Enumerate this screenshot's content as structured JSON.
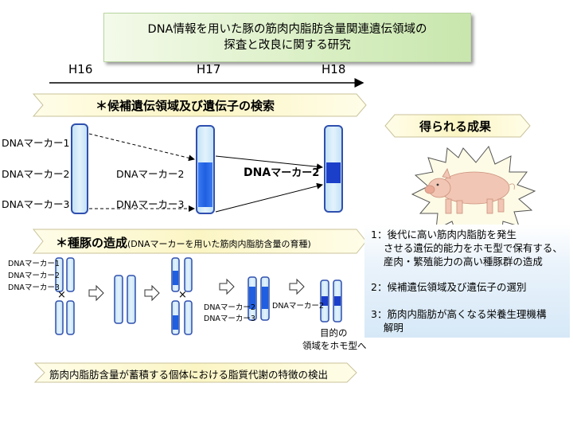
{
  "title": {
    "line1": "DNA情報を用いた豚の筋肉内脂肪含量関連遺伝領域の",
    "line2": "探査と改良に関する研究"
  },
  "timeline": {
    "years": [
      "H16",
      "H17",
      "H18"
    ]
  },
  "section1": {
    "title": "＊候補遺伝領域及び遺伝子の検索",
    "left_labels": [
      "DNAマーカー1",
      "DNAマーカー2",
      "DNAマーカー3"
    ],
    "mid_labels": [
      "DNAマーカー2",
      "DNAマーカー3"
    ],
    "right_label_bold": "DNA",
    "right_label_rest": "マーカー2"
  },
  "section2": {
    "title_main": "＊種豚の造成",
    "title_sub": "(DNAマーカーを用いた筋肉内脂肪含量の育種)",
    "left_labels": [
      "DNAマーカー1",
      "DNAマーカー2",
      "DNAマーカー3"
    ],
    "cross_symbol": "×",
    "mid_labels": [
      "DNAマーカー2",
      "DNAマーカー3"
    ],
    "right_label": "DNAマーカー2",
    "goal_line1": "目的の",
    "goal_line2": "領域をホモ型へ"
  },
  "results": {
    "title": "得られる成果",
    "items": [
      {
        "line1": "1：後代に高い筋肉内脂肪を発生",
        "line2": "    させる遺伝的能力をホモ型で保有する、",
        "line3": "    産肉・繁殖能力の高い種豚群の造成"
      },
      {
        "line1": "2：候補遺伝領域及び遺伝子の選別"
      },
      {
        "line1": "3：筋肉内脂肪が高くなる栄養生理機構",
        "line2": "    解明"
      }
    ]
  },
  "bottom": {
    "text": "筋肉内脂肪含量が蓄積する個体における脂質代謝の特徴の検出"
  },
  "colors": {
    "chromosome_fill": "#cfe7f7",
    "chromosome_border": "#2f4fae",
    "band": "#1f5fe0",
    "banner": "#fbf7cf",
    "title_bg": "#d9efc3"
  }
}
